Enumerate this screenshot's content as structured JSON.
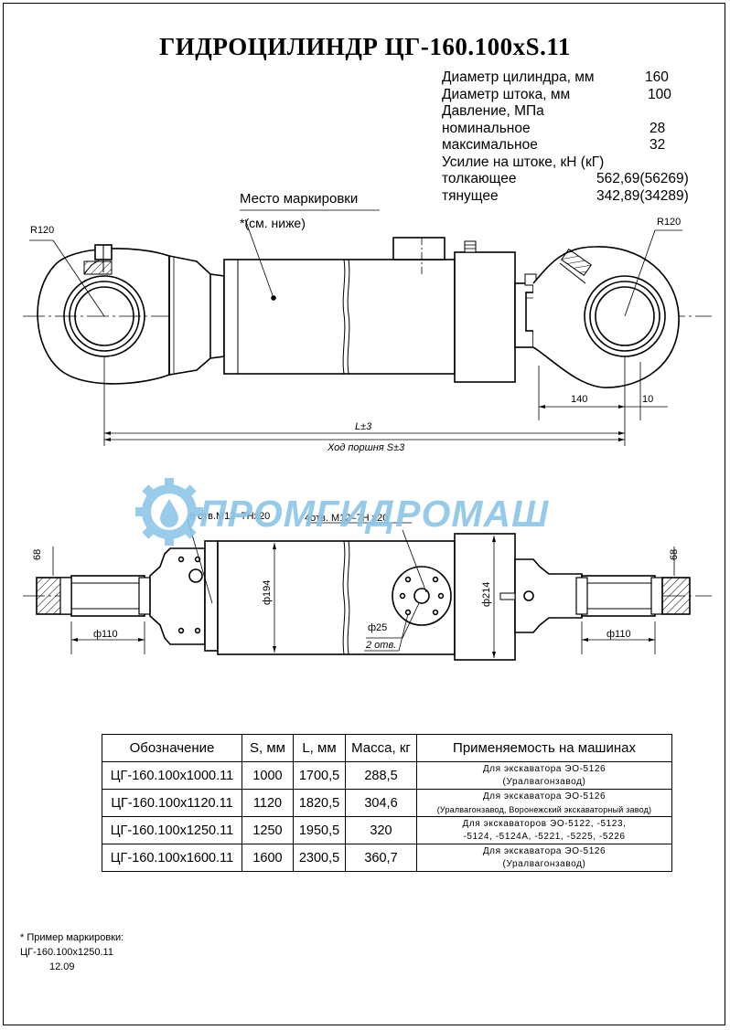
{
  "title": "ГИДРОЦИЛИНДР ЦГ-160.100хS.11",
  "specs": [
    {
      "label": "Диаметр цилиндра, мм",
      "value": "160"
    },
    {
      "label": "Диаметр штока, мм",
      "value": "100"
    },
    {
      "label": "Давление, МПа",
      "value": ""
    },
    {
      "label": "номинальное",
      "value": "28"
    },
    {
      "label": "максимальное",
      "value": "32"
    },
    {
      "label": "Усилие на штоке, кН (кГ)",
      "value": ""
    },
    {
      "label": "толкающее",
      "value": "562,69(56269)"
    },
    {
      "label": "тянущее",
      "value": "342,89(34289)"
    }
  ],
  "drawing": {
    "marking_place": "Место маркировки",
    "marking_ref": "*(см. ниже)",
    "r_left": "R120",
    "r_right": "R120",
    "dim_140": "140",
    "dim_10": "10",
    "dim_L": "L±3",
    "dim_stroke": "Ход поршня S±3",
    "holes_6": "6 отв.М12–7Нх20",
    "holes_4": "4отв. М12–7Н х20",
    "dim_68_left": "68",
    "dim_68_right": "68",
    "dim_194": "ф194",
    "dim_214": "ф214",
    "dim_25": "ф25",
    "holes_2": "2 отв.",
    "dim_110_left": "ф110",
    "dim_110_right": "ф110"
  },
  "brand": {
    "name": "ПРОМГИДРОМАШ",
    "color": "#8ec6e8",
    "icon": "gear-droplet-icon"
  },
  "table": {
    "headers": [
      "Обозначение",
      "S, мм",
      "L, мм",
      "Масса, кг",
      "Применяемость на машинах"
    ],
    "rows": [
      {
        "designation": "ЦГ-160.100х1000.11",
        "s": "1000",
        "l": "1700,5",
        "mass": "288,5",
        "app1": "Для экскаватора ЭО-5126",
        "app2": "(Уралвагонзавод)"
      },
      {
        "designation": "ЦГ-160.100х1120.11",
        "s": "1120",
        "l": "1820,5",
        "mass": "304,6",
        "app1": "Для экскаватора ЭО-5126",
        "app2": "(Уралвагонзавод, Воронежский экскаваторный завод)"
      },
      {
        "designation": "ЦГ-160.100х1250.11",
        "s": "1250",
        "l": "1950,5",
        "mass": "320",
        "app1": "Для экскаваторов ЭО-5122, -5123,",
        "app2": "-5124, -5124А, -5221, -5225, -5226"
      },
      {
        "designation": "ЦГ-160.100х1600.11",
        "s": "1600",
        "l": "2300,5",
        "mass": "360,7",
        "app1": "Для экскаватора ЭО-5126",
        "app2": "(Уралвагонзавод)"
      }
    ]
  },
  "marking_note": {
    "line1": "* Пример маркировки:",
    "line2": "ЦГ-160.100х1250.11",
    "line3": "12.09"
  }
}
